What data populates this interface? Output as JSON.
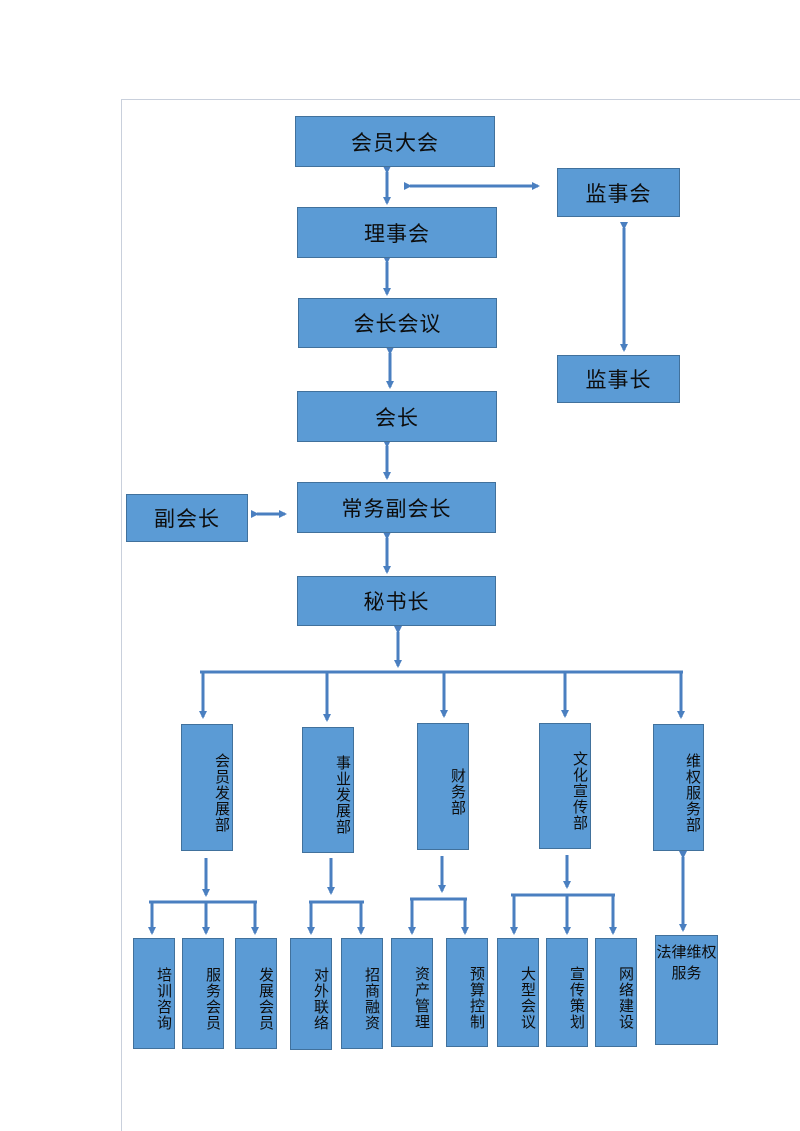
{
  "org": {
    "assembly": "会员大会",
    "council": "理事会",
    "president_meeting": "会长会议",
    "president": "会长",
    "exec_vp": "常务副会长",
    "secretary_general": "秘书长",
    "supervisory_board": "监事会",
    "chief_supervisor": "监事长",
    "vice_president": "副会长"
  },
  "departments": [
    {
      "name": "会员发展部",
      "sub": [
        "培训咨询",
        "服务会员",
        "发展会员"
      ]
    },
    {
      "name": "事业发展部",
      "sub": [
        "对外联络",
        "招商融资"
      ]
    },
    {
      "name": "财务部",
      "sub": [
        "资产管理",
        "预算控制"
      ]
    },
    {
      "name": "文化宣传部",
      "sub": [
        "大型会议",
        "宣传策划",
        "网络建设"
      ]
    },
    {
      "name": "维权服务部",
      "sub": [
        "法律维权服务"
      ]
    }
  ],
  "colors": {
    "box_fill": "#5b9bd5",
    "box_border": "#41719c",
    "connector": "#4a7fc0"
  }
}
